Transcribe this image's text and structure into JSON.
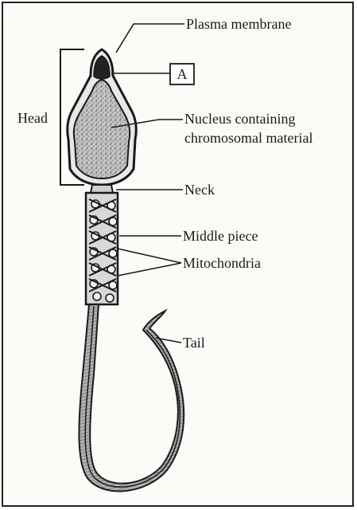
{
  "labels": {
    "plasma_membrane": "Plasma membrane",
    "a_box": "A",
    "head": "Head",
    "nucleus_line1": "Nucleus containing",
    "nucleus_line2": "chromosomal material",
    "neck": "Neck",
    "middle_piece": "Middle piece",
    "mitochondria": "Mitochondria",
    "tail": "Tail"
  },
  "colors": {
    "ink": "#1a1a1a",
    "nucleus_fill": "#b8b8b8",
    "acrosome_fill": "#222222",
    "tail_fill": "#9a9a9a"
  }
}
